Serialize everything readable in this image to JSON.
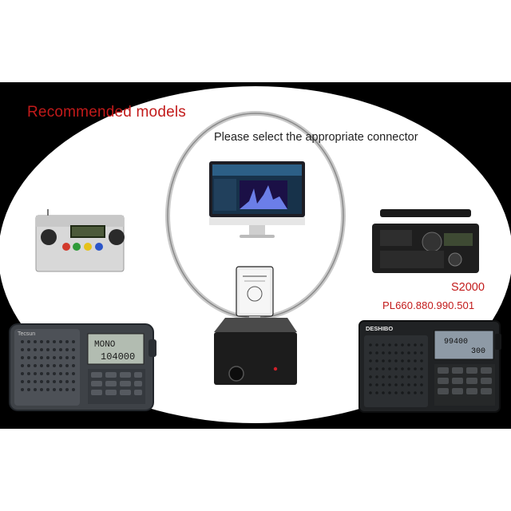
{
  "texts": {
    "recommended": "Recommended models",
    "connector": "Please select the appropriate connector",
    "s2000": "S2000",
    "models": "PL660.880.990.501"
  },
  "radio_left": {
    "brand": "Tecsun",
    "lcd_line1": "MONO",
    "lcd_line2": "104000"
  },
  "radio_right": {
    "brand": "DESHIBO",
    "lcd_line1": "99400",
    "lcd_line2": "300"
  },
  "colors": {
    "red_text": "#c21a1a",
    "background": "#ffffff",
    "band": "#000000"
  }
}
